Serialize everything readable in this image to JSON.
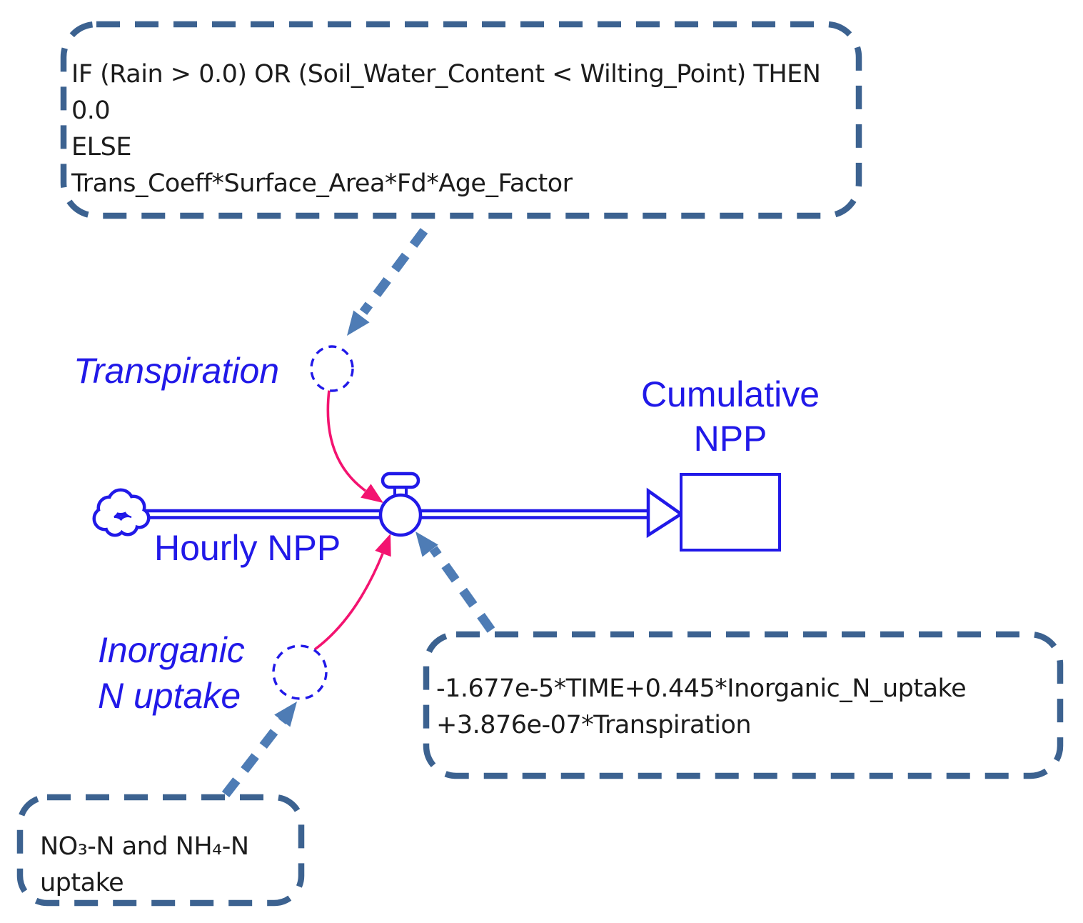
{
  "colors": {
    "background": "#ffffff",
    "model_blue": "#2119e8",
    "flow_pink": "#f31370",
    "callout_arrow_blue": "#4e7cb5",
    "callout_border_blue": "#3c6290",
    "callout_text": "#1c1c1c"
  },
  "model": {
    "labels": {
      "transpiration": "Transpiration",
      "inorganic_line1": "Inorganic",
      "inorganic_line2": "N uptake",
      "hourly_npp": "Hourly NPP",
      "cumulative_line1": "Cumulative",
      "cumulative_line2": "NPP"
    }
  },
  "callouts": {
    "transpiration_equation": {
      "line1": "IF (Rain > 0.0) OR (Soil_Water_Content < Wilting_Point) THEN",
      "line2": "0.0",
      "line3": "ELSE",
      "line4": "Trans_Coeff*Surface_Area*Fd*Age_Factor"
    },
    "hourly_npp_equation": {
      "line1": "-1.677e-5*TIME+0.445*Inorganic_N_uptake",
      "line2": "+3.876e-07*Transpiration"
    },
    "n_uptake_note": {
      "line1": "NO₃-N and NH₄-N",
      "line2": "uptake"
    }
  }
}
